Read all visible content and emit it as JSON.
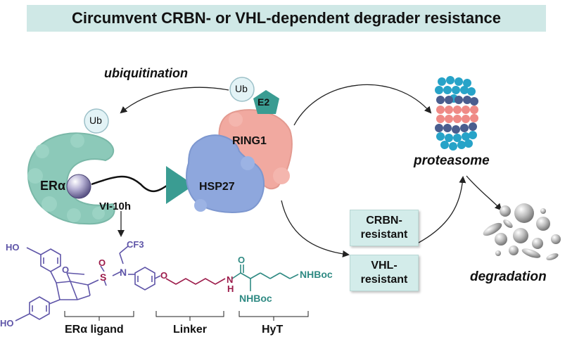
{
  "title": "Circumvent CRBN- or VHL-dependent degrader resistance",
  "labels": {
    "ubiquitination": "ubiquitination",
    "ub_top": "Ub",
    "ub_left": "Ub",
    "e2": "E2",
    "ring1": "RING1",
    "hsp27": "HSP27",
    "er_alpha": "ERα",
    "compound": "VI-10h",
    "proteasome": "proteasome",
    "degradation": "degradation"
  },
  "resistance_boxes": {
    "crbn_line1": "CRBN-",
    "crbn_line2": "resistant",
    "vhl_line1": "VHL-",
    "vhl_line2": "resistant"
  },
  "structure": {
    "ho_top": "HO",
    "ho_bottom": "HO",
    "oxygen_bridge": "O",
    "sulfonyl": "S",
    "sulfonyl_o": "O",
    "nitrogen": "N",
    "cf3": "CF3",
    "ether_o": "O",
    "amide_nh": "N",
    "amide_h": "H",
    "carbonyl_o": "O",
    "nhboc_alpha": "NHBoc",
    "nhboc_side": "NHBoc"
  },
  "segments": {
    "ligand": "ERα ligand",
    "linker": "Linker",
    "hyt": "HyT"
  },
  "colors": {
    "title_bg": "#cfe8e6",
    "er_alpha": "#8cc9b9",
    "hsp27": "#8ea7dd",
    "ring1": "#f1a9a0",
    "hyt_teal": "#2f8a83",
    "ligand_purple": "#5f55a8",
    "linker_red": "#9c1b4a",
    "proteasome_teal": "#27a3c8",
    "proteasome_pink": "#ef8a86",
    "proteasome_navy": "#4a5d8e"
  },
  "icons": [
    "circular-arrow",
    "arrow-down",
    "pentagon-e2",
    "triangle-warhead",
    "sphere-ligand"
  ]
}
